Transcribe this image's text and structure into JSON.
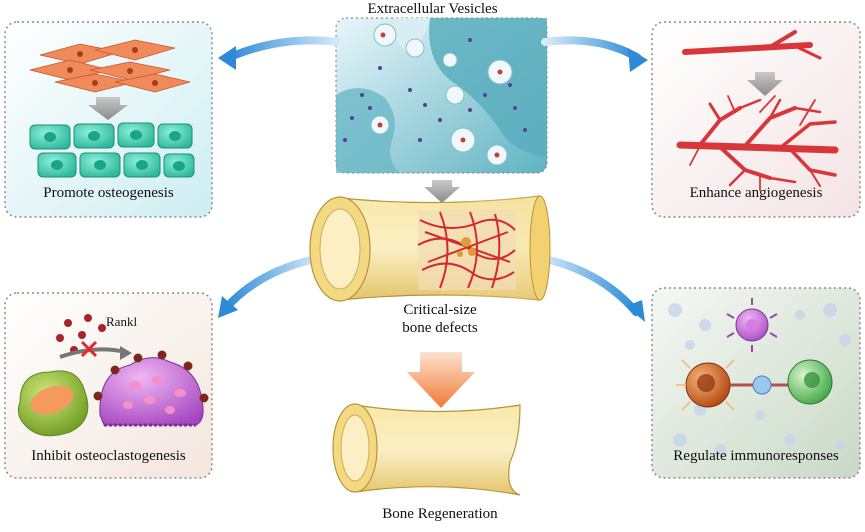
{
  "title": "Extracellular Vesicles",
  "panels": {
    "top_left": {
      "label": "Promote osteogenesis"
    },
    "top_right": {
      "label": "Enhance angiogenesis"
    },
    "bottom_left": {
      "label": "Inhibit osteoclastogenesis",
      "rankl": "Rankl"
    },
    "bottom_right": {
      "label": "Regulate immunoresponses"
    }
  },
  "center": {
    "defect_line1": "Critical-size",
    "defect_line2": "bone defects",
    "result": "Bone Regeneration"
  },
  "colors": {
    "arrow_blue": "#2f8fd6",
    "vessel_red": "#d9363a",
    "bone_yellow": "#f5dd8c",
    "ev_teal": "#4fb0bf",
    "osteoblast_green": "#4fd0b5",
    "osteoclast_purple": "#b35fd0"
  }
}
